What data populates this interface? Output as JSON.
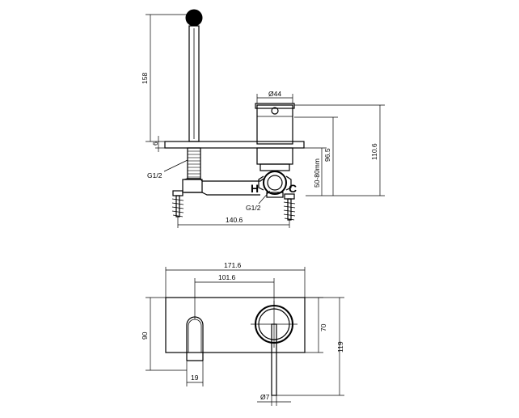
{
  "side_view": {
    "dims": {
      "height_158": "158",
      "dim_6": "6",
      "thread_g12_left": "G1/2",
      "diameter_44": "Ø44",
      "width_140_6": "140.6",
      "height_96_5": "96.5",
      "height_110_6": "110.6",
      "depth_50_80": "50-80mm",
      "thread_g12_bottom": "G1/2"
    },
    "labels": {
      "hot": "H",
      "cold": "C"
    }
  },
  "front_view": {
    "dims": {
      "width_171_6": "171.6",
      "width_101_6": "101.6",
      "height_90": "90",
      "height_70": "70",
      "height_119": "119",
      "width_19": "19",
      "diameter_7": "Ø7"
    }
  },
  "colors": {
    "line": "#000000",
    "background": "#ffffff"
  }
}
